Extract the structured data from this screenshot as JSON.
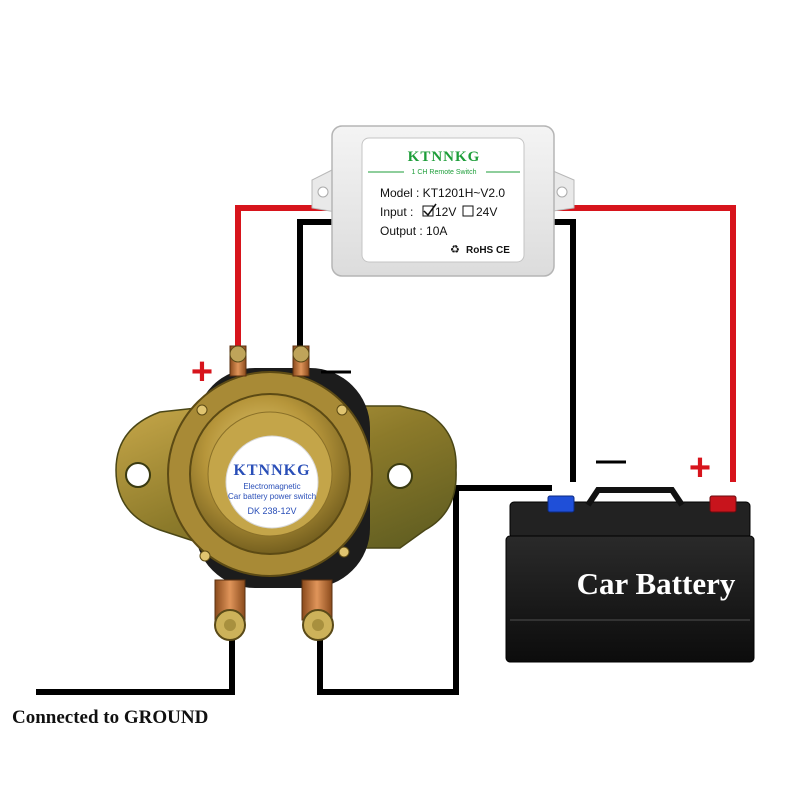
{
  "remote_switch": {
    "brand": "KTNNKG",
    "subtitle": "1 CH Remote Switch",
    "model_line": "Model : KT1201H~V2.0",
    "input_label": "Input :",
    "input_12v": "12V",
    "input_24v": "24V",
    "output_line": "Output : 10A",
    "certs": "RoHS CE"
  },
  "solenoid": {
    "brand": "KTNNKG",
    "line1": "Electromagnetic",
    "line2": "Car battery power switch",
    "model": "DK 238-12V"
  },
  "battery": {
    "label": "Car Battery"
  },
  "polarity": {
    "solenoid_plus": "+",
    "solenoid_minus": "—",
    "battery_minus": "—",
    "battery_plus": "+"
  },
  "ground_caption": "Connected to GROUND",
  "colors": {
    "wire_red": "#d7141c",
    "wire_black": "#000000",
    "bracket": "#a8862a",
    "cap": "#b59433",
    "label_green": "#1e9e3a",
    "label_blue": "#2a4fb8",
    "battery_body": "#151515",
    "terminal_red": "#c8141c",
    "terminal_blue": "#1f4fd8"
  }
}
